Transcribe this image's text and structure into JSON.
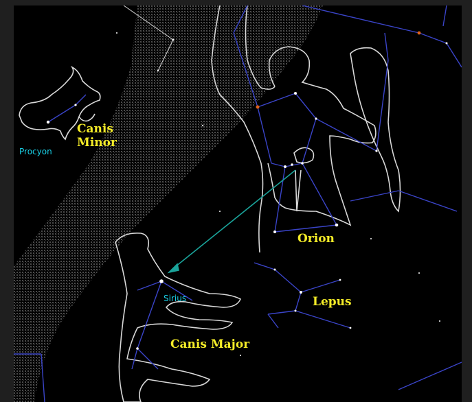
{
  "constellations": {
    "canis_minor_line1": "Canis",
    "canis_minor_line2": "Minor",
    "orion": "Orion",
    "lepus": "Lepus",
    "canis_major": "Canis Major"
  },
  "stars": {
    "procyon": "Procyon",
    "sirius": "Sirius"
  },
  "colors": {
    "background": "#000000",
    "milky_way": "#3a3a3a",
    "outline": "#d8d8d8",
    "stick_lines": "#3a44c8",
    "pointer_arrow": "#1aa39a",
    "constellation_label": "#f4ec28",
    "star_label": "#19d0e6",
    "red_star": "#e0621a"
  }
}
